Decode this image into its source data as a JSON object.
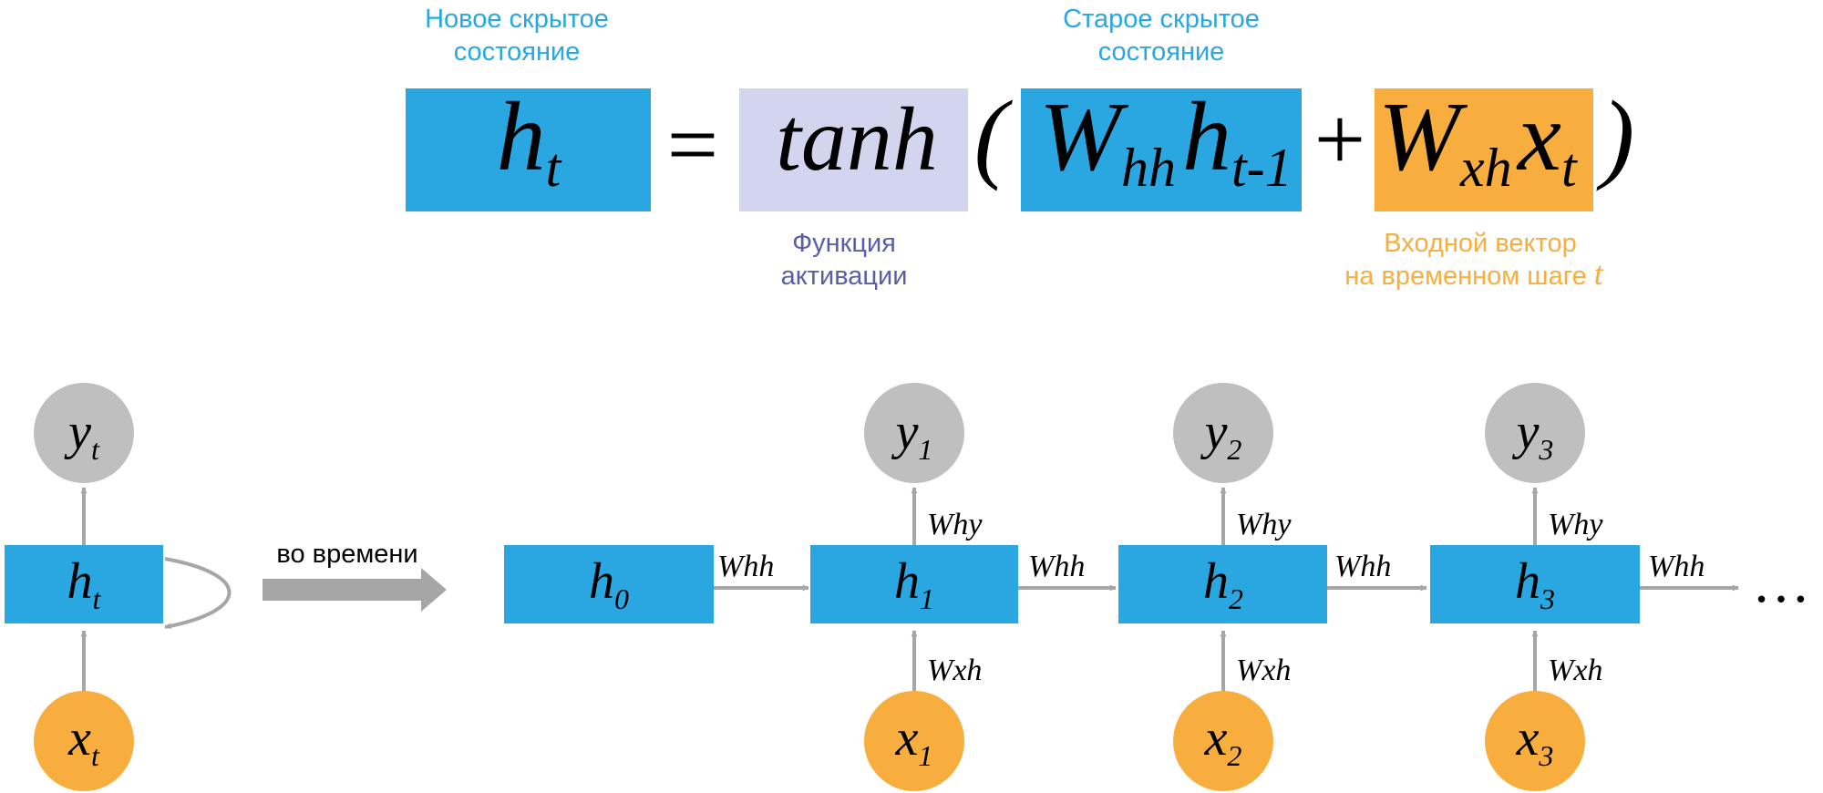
{
  "colors": {
    "blue": "#2aa7e1",
    "lavender": "#d3d5ee",
    "orange": "#f7ae3f",
    "gray": "#bfbfbf",
    "arrow_gray": "#a6a6a6",
    "annotation_blue": "#2aa7e1",
    "annotation_purple": "#5b5ea6",
    "annotation_orange": "#f7ae3f"
  },
  "equation": {
    "lhs": {
      "main": "h",
      "sub": "t"
    },
    "equals": "=",
    "func": "tanh",
    "open_paren": "(",
    "term1_w": {
      "main": "W",
      "sub": "hh"
    },
    "term1_h": {
      "main": "h",
      "sub": "t-1"
    },
    "plus": "+",
    "term2_w": {
      "main": "W",
      "sub": "xh"
    },
    "term2_x": {
      "main": "x",
      "sub": "t"
    },
    "close_paren": ")",
    "labels": {
      "new_state": [
        "Новое скрытое",
        "состояние"
      ],
      "old_state": [
        "Старое скрытое",
        "состояние"
      ],
      "activation": [
        "Функция",
        "активации"
      ],
      "input_vector_line1": "Входной вектор",
      "input_vector_line2": "на временном шаге",
      "input_vector_var": "t"
    }
  },
  "folded": {
    "output": {
      "main": "y",
      "sub": "t"
    },
    "hidden": {
      "main": "h",
      "sub": "t"
    },
    "input": {
      "main": "x",
      "sub": "t"
    }
  },
  "unroll_label": "во времени",
  "unrolled": {
    "initial": {
      "main": "h",
      "sub": "0"
    },
    "steps": [
      {
        "h_sub": "1",
        "y_sub": "1",
        "x_sub": "1"
      },
      {
        "h_sub": "2",
        "y_sub": "2",
        "x_sub": "2"
      },
      {
        "h_sub": "3",
        "y_sub": "3",
        "x_sub": "3"
      }
    ],
    "h_main": "h",
    "y_main": "y",
    "x_main": "x",
    "weight_hh": "Whh",
    "weight_hy": "Why",
    "weight_xh": "Wxh",
    "ellipsis": "…"
  }
}
